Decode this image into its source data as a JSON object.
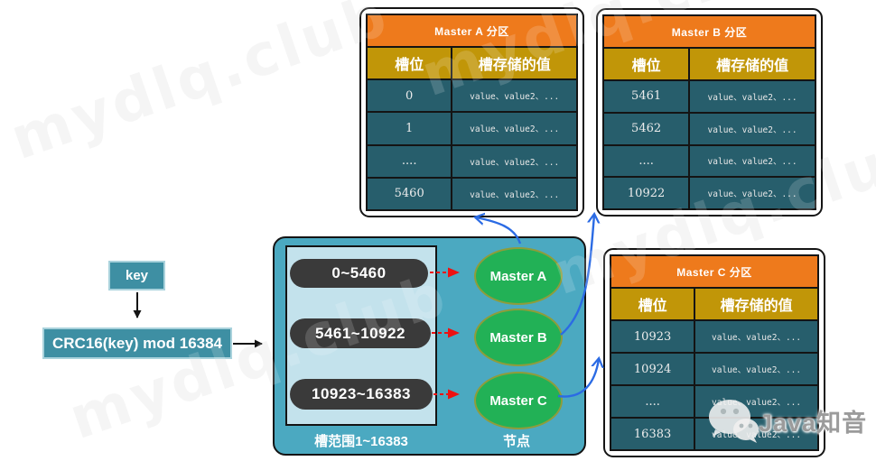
{
  "watermark": {
    "text": "mydlq.club"
  },
  "brand": {
    "name": "Java知音",
    "icon": "wechat-icon"
  },
  "flow": {
    "key_label": "key",
    "hash_label": "CRC16(key) mod 16384"
  },
  "cluster_box": {
    "slot_ranges": [
      "0~5460",
      "5461~10922",
      "10923~16383"
    ],
    "nodes": [
      "Master A",
      "Master B",
      "Master C"
    ],
    "slots_caption": "槽范围1~16383",
    "nodes_caption": "节点"
  },
  "tables": [
    {
      "title": "Master A 分区",
      "columns": [
        "槽位",
        "槽存储的值"
      ],
      "rows": [
        {
          "slot": "0",
          "value": "value、value2、..."
        },
        {
          "slot": "1",
          "value": "value、value2、..."
        },
        {
          "slot": "....",
          "value": "value、value2、..."
        },
        {
          "slot": "5460",
          "value": "value、value2、..."
        }
      ]
    },
    {
      "title": "Master B 分区",
      "columns": [
        "槽位",
        "槽存储的值"
      ],
      "rows": [
        {
          "slot": "5461",
          "value": "value、value2、..."
        },
        {
          "slot": "5462",
          "value": "value、value2、..."
        },
        {
          "slot": "....",
          "value": "value、value2、..."
        },
        {
          "slot": "10922",
          "value": "value、value2、..."
        }
      ]
    },
    {
      "title": "Master C 分区",
      "columns": [
        "槽位",
        "槽存储的值"
      ],
      "rows": [
        {
          "slot": "10923",
          "value": "value、value2、..."
        },
        {
          "slot": "10924",
          "value": "value、value2、..."
        },
        {
          "slot": "....",
          "value": "value、value2、..."
        },
        {
          "slot": "16383",
          "value": "value、value2、..."
        }
      ]
    }
  ],
  "colors": {
    "table_title_bg": "#EE7A1C",
    "table_header_bg": "#C19608",
    "table_cell_bg": "#275E6C",
    "cluster_box_bg": "#4BA9C1",
    "slot_panel_bg": "#C3E2EC",
    "slot_pill_bg": "#3A3A3A",
    "node_bg": "#22B156",
    "flow_box_bg": "#3E8FA3",
    "arrow_red": "#EE1111",
    "arrow_blue": "#2B6BE4",
    "arrow_black": "#141414"
  }
}
